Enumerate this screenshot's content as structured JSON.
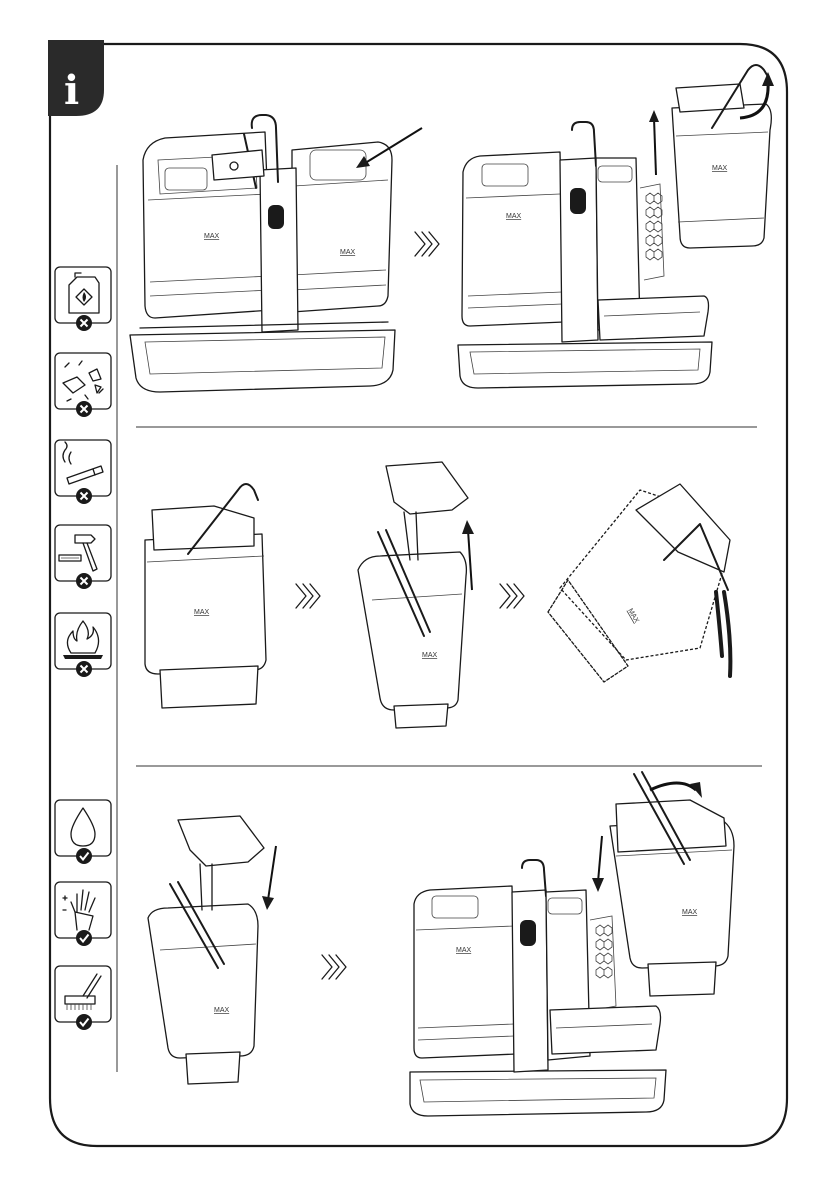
{
  "badge": {
    "symbol": "i"
  },
  "labels": {
    "max": "MAX"
  },
  "warnings": [
    {
      "icon": "flammable-fuel-can-icon",
      "status": "forbidden"
    },
    {
      "icon": "broken-glass-icon",
      "status": "forbidden"
    },
    {
      "icon": "cigarette-smoke-icon",
      "status": "forbidden"
    },
    {
      "icon": "hammer-nail-icon",
      "status": "forbidden"
    },
    {
      "icon": "fire-icon",
      "status": "forbidden"
    }
  ],
  "allowed": [
    {
      "icon": "water-drop-icon",
      "status": "allowed"
    },
    {
      "icon": "hand-washing-icon",
      "status": "allowed"
    },
    {
      "icon": "cleaning-brush-icon",
      "status": "allowed"
    }
  ],
  "colors": {
    "border": "#1a1a1a",
    "badge": "#2a2a2a",
    "background": "#ffffff"
  }
}
